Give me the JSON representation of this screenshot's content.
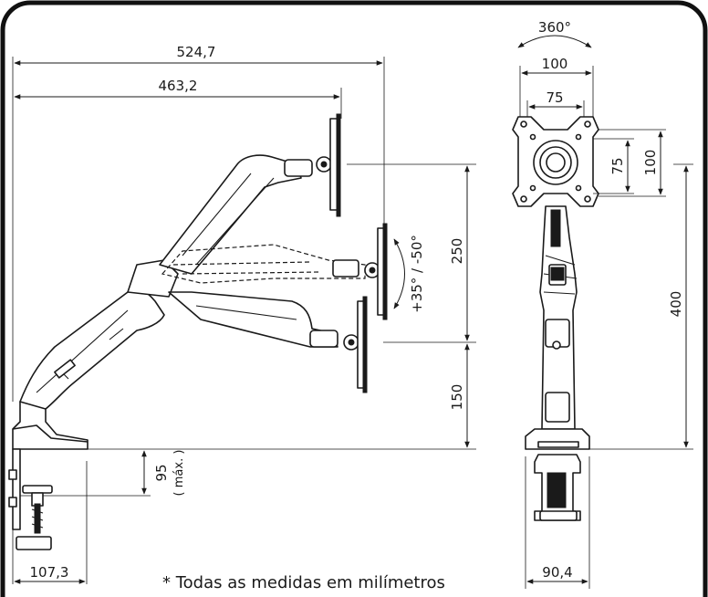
{
  "dimensions": {
    "total_reach": "524,7",
    "arm_reach": "463,2",
    "rotation": "360°",
    "vesa_max": "100",
    "vesa_min": "75",
    "vesa_max_vertical": "100",
    "vesa_min_vertical": "75",
    "height_adjust": "250",
    "base_to_min": "150",
    "max_height": "400",
    "desk_thickness": "95",
    "desk_thickness_note": "( máx. )",
    "tilt": "+35° / -50°",
    "clamp_depth": "107,3",
    "base_width": "90,4"
  },
  "footnote": "* Todas as medidas em milímetros",
  "colors": {
    "line": "#1a1a1a",
    "background": "#ffffff"
  }
}
